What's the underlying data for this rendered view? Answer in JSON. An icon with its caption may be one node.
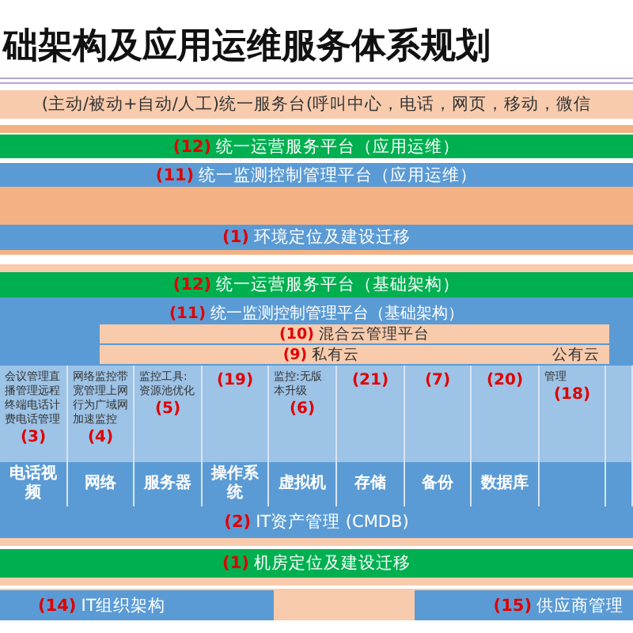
{
  "diagram": {
    "title": "础架构及应用运维服务体系规划",
    "nodes": [
      {
        "text": [
          "(主动/被动+自动/人工)统一服务台(呼叫中心，电话，网页，移动，微信"
        ]
      },
      {
        "text": [
          "(12)",
          "统一运营服务平台（应用运维）"
        ]
      },
      {
        "text": [
          "(11)",
          "统一监测控制管理平台（应用运维）"
        ]
      },
      {
        "text": [
          "(1)",
          "环境定位及建设迁移"
        ]
      },
      {
        "text": [
          "(12)",
          "统一运营服务平台（基础架构）"
        ]
      },
      {
        "text": [
          "(11)",
          "统一监测控制管理平台（基础架构）"
        ]
      },
      {
        "text": [
          "(10)",
          "混合云管理平台"
        ],
        "in": 5
      },
      {
        "text": [
          "(9)",
          "私有云"
        ],
        "in": 5
      },
      {
        "text": [
          "公有云"
        ],
        "in": 5
      },
      {
        "text": [
          "会议管理直播管理远程终端电话计费电话管理",
          "(3)"
        ],
        "in": 5
      },
      {
        "text": [
          "网络监控带宽管理上网行为广域网加速监控",
          "(4)"
        ],
        "in": 5
      },
      {
        "text": [
          "监控工具:资源池优化",
          "(5)"
        ],
        "in": 5
      },
      {
        "text": [
          "(19)"
        ],
        "in": 5
      },
      {
        "text": [
          "监控:无版本升级",
          "(6)"
        ],
        "in": 5
      },
      {
        "text": [
          "(21)"
        ],
        "in": 5
      },
      {
        "text": [
          "(7)"
        ],
        "in": 5
      },
      {
        "text": [
          "(20)"
        ],
        "in": 5
      },
      {
        "text": [
          "管理",
          "(18)"
        ],
        "in": 5
      },
      {
        "text": [],
        "shape": "box",
        "in": 5
      },
      {
        "text": [
          "电话视频"
        ],
        "in": 5
      },
      {
        "text": [
          "网络"
        ],
        "in": 5
      },
      {
        "text": [
          "服务器"
        ],
        "in": 5
      },
      {
        "text": [
          "操作系统"
        ],
        "in": 5
      },
      {
        "text": [
          "虚拟机"
        ],
        "in": 5
      },
      {
        "text": [
          "存储"
        ],
        "in": 5
      },
      {
        "text": [
          "备份"
        ],
        "in": 5
      },
      {
        "text": [
          "数据库"
        ],
        "in": 5
      },
      {
        "text": [],
        "shape": "box",
        "in": 5
      },
      {
        "text": [],
        "shape": "box",
        "in": 5
      },
      {
        "text": [
          "(2)",
          "IT资产管理 (CMDB)"
        ]
      },
      {
        "text": [
          "(1)",
          "机房定位及建设迁移"
        ]
      },
      {
        "text": [
          "(14)",
          "IT组织架构"
        ]
      },
      {
        "text": [
          "(15)",
          "供应商管理"
        ]
      }
    ]
  }
}
